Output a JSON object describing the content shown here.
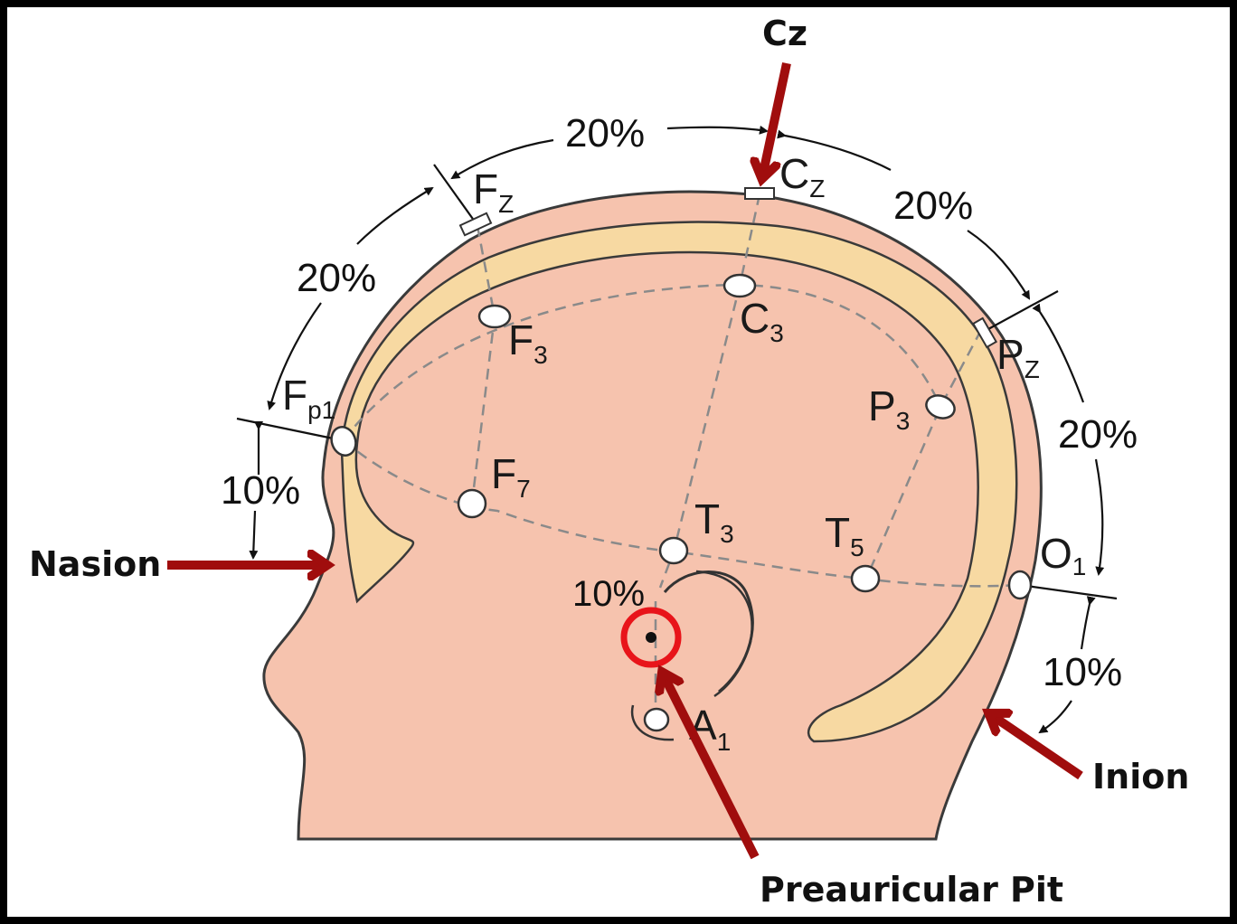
{
  "annotations": {
    "cz": "Cz",
    "nasion": "Nasion",
    "inion": "Inion",
    "preauricular": "Preauricular Pit"
  },
  "electrodes": {
    "fz": {
      "main": "F",
      "sub": "Z"
    },
    "cz": {
      "main": "C",
      "sub": "Z"
    },
    "pz": {
      "main": "P",
      "sub": "Z"
    },
    "fp1": {
      "main": "F",
      "sub": "p1"
    },
    "f3": {
      "main": "F",
      "sub": "3"
    },
    "c3": {
      "main": "C",
      "sub": "3"
    },
    "p3": {
      "main": "P",
      "sub": "3"
    },
    "f7": {
      "main": "F",
      "sub": "7"
    },
    "t3": {
      "main": "T",
      "sub": "3"
    },
    "t5": {
      "main": "T",
      "sub": "5"
    },
    "o1": {
      "main": "O",
      "sub": "1"
    },
    "a1": {
      "main": "A",
      "sub": "1"
    }
  },
  "percentages": {
    "fz_cz": "20%",
    "cz_pz": "20%",
    "fp1_fz": "20%",
    "pz_o1": "20%",
    "nasion_fp1": "10%",
    "inion_o1": "10%",
    "t3_pit": "10%"
  },
  "colors": {
    "skin": "#f6c3ae",
    "skull": "#f7d9a2",
    "arrow": "#a00d0d",
    "highlight_circle": "#e8141a"
  }
}
